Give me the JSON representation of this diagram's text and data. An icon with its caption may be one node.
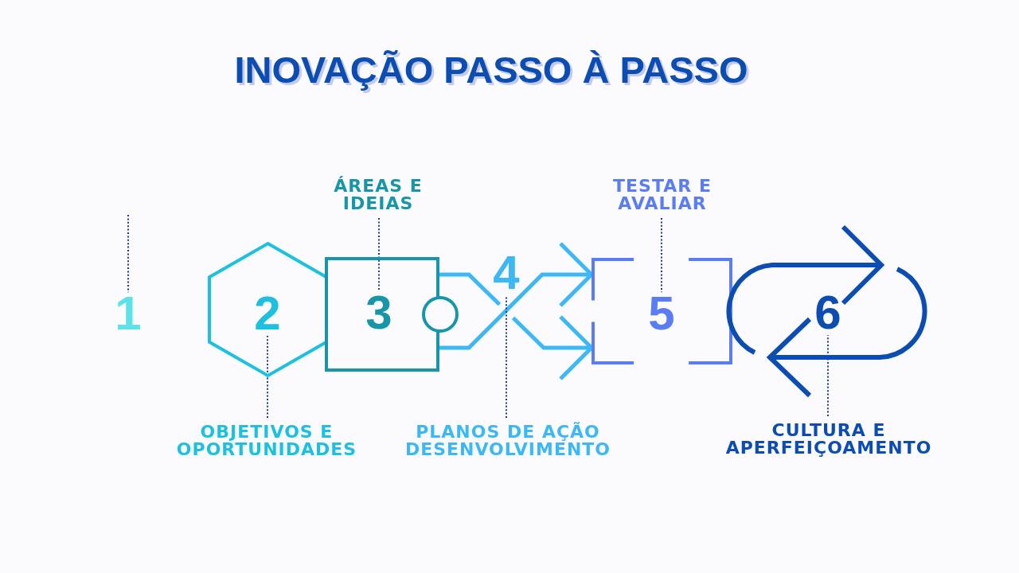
{
  "diagram": {
    "title": "INOVAÇÃO PASSO À PASSO",
    "nodes": [
      {
        "text": [
          "ÁREAS E IDEIAS"
        ]
      },
      {
        "text": [
          "TESTAR E AVALIAR"
        ]
      },
      {
        "text": [
          "1"
        ]
      },
      {
        "text": [],
        "shape": "hexagon"
      },
      {
        "text": [
          "2"
        ],
        "in": 3
      },
      {
        "text": [],
        "shape": "box"
      },
      {
        "text": [
          "3"
        ],
        "in": 5
      },
      {
        "text": [],
        "shape": "circle"
      },
      {
        "text": [
          "4"
        ]
      },
      {
        "text": [],
        "shape": "bracket"
      },
      {
        "text": [
          "5"
        ],
        "in": 9
      },
      {
        "text": [],
        "shape": "loop"
      },
      {
        "text": [
          "6"
        ],
        "in": 11
      },
      {
        "text": [
          "OBJETIVOS E OPORTUNIDADES"
        ]
      },
      {
        "text": [
          "PLANOS DE AÇÃO DESENVOLVIMENTO"
        ]
      },
      {
        "text": [
          "CULTURA E APERFEIÇOAMENTO"
        ]
      }
    ],
    "edges": [
      {
        "from": null,
        "to": 2,
        "arrow": "none",
        "style": "dashed"
      },
      {
        "from": 0,
        "to": 6,
        "arrow": "none",
        "style": "dashed"
      },
      {
        "from": 1,
        "to": 10,
        "arrow": "none",
        "style": "dashed"
      },
      {
        "from": 13,
        "to": 4,
        "arrow": "none",
        "style": "dashed"
      },
      {
        "from": 14,
        "to": 8,
        "arrow": "none",
        "style": "dashed"
      },
      {
        "from": 15,
        "to": 12,
        "arrow": "none",
        "style": "dashed"
      },
      {
        "from": 5,
        "to": 9,
        "arrow": "to",
        "style": "thick",
        "color": "#3db8f7"
      },
      {
        "from": 5,
        "to": 9,
        "arrow": "to",
        "style": "thick",
        "color": "#3db8f7"
      }
    ]
  }
}
